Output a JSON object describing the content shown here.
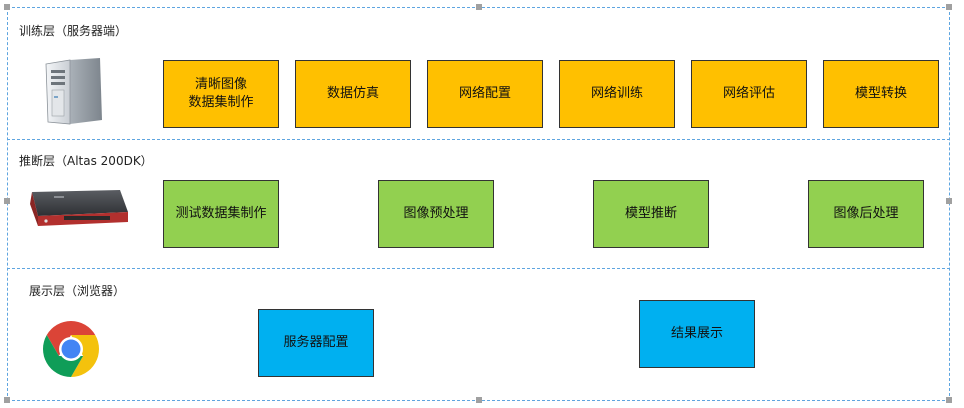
{
  "colors": {
    "frame_border": "#5ea5e0",
    "train_box": "#ffc000",
    "infer_box": "#92d050",
    "display_box": "#00b0f0"
  },
  "layers": {
    "training": {
      "title": "训练层（服务器端）",
      "icon": "server-tower-icon",
      "boxes": [
        "清晰图像\n数据集制作",
        "数据仿真",
        "网络配置",
        "网络训练",
        "网络评估",
        "模型转换"
      ]
    },
    "inference": {
      "title": "推断层（Altas 200DK）",
      "icon": "atlas-devkit-icon",
      "boxes": [
        "测试数据集制作",
        "图像预处理",
        "模型推断",
        "图像后处理"
      ]
    },
    "display": {
      "title": "展示层（浏览器）",
      "icon": "chrome-browser-icon",
      "boxes": [
        "服务器配置",
        "结果展示"
      ]
    }
  }
}
